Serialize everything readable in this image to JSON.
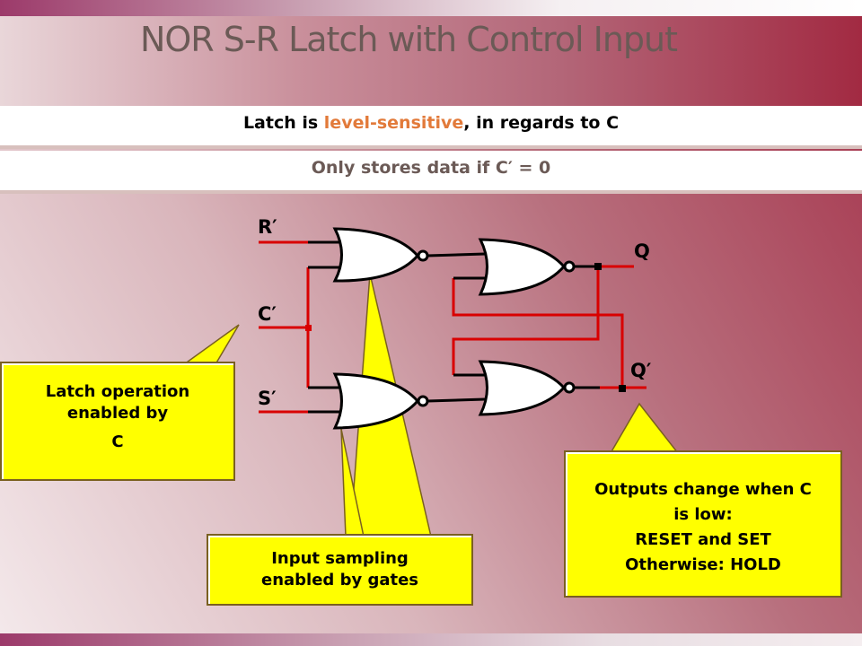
{
  "title": "NOR S-R Latch with Control Input",
  "subtitle1": {
    "prefix": "Latch is ",
    "highlight": "level-sensitive",
    "suffix": ",  in regards to C"
  },
  "subtitle2": "Only stores data if C′ = 0",
  "labels": {
    "r": "R′",
    "c": "C′",
    "s": "S′",
    "q": "Q",
    "qbar": "Q′"
  },
  "callouts": {
    "left": {
      "line1": "Latch operation",
      "line2": "enabled by",
      "line3": "C"
    },
    "middle": {
      "line1": "Input sampling",
      "line2": "enabled by gates"
    },
    "right": {
      "line1": "Outputs change when C",
      "line2": "is low:",
      "line3": "RESET and SET",
      "line4": "Otherwise: HOLD"
    }
  },
  "colors": {
    "wire_red": "#d90000",
    "callout": "#ffff00",
    "highlight": "#e27a3a"
  }
}
